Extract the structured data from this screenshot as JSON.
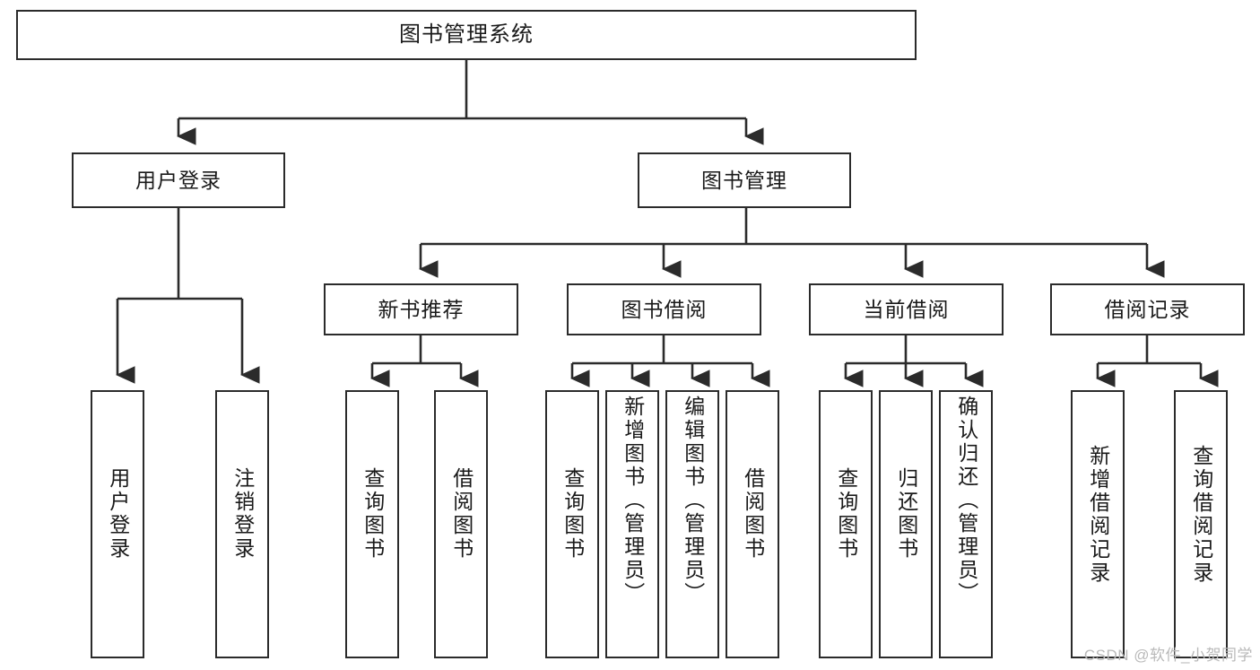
{
  "diagram": {
    "title": "图书管理系统",
    "type": "tree-hierarchy-chart",
    "line_color": "#2b2b2b",
    "box_fill": "#ffffff",
    "text_color": "#1a1a1a"
  },
  "root": {
    "label": "图书管理系统"
  },
  "level2": [
    {
      "label": "用户登录"
    },
    {
      "label": "图书管理"
    }
  ],
  "level3": [
    {
      "label": "新书推荐"
    },
    {
      "label": "图书借阅"
    },
    {
      "label": "当前借阅"
    },
    {
      "label": "借阅记录"
    }
  ],
  "leaves": {
    "user_login": [
      {
        "label": "用户登录"
      },
      {
        "label": "注销登录"
      }
    ],
    "new_book_recommend": [
      {
        "label": "查询图书"
      },
      {
        "label": "借阅图书"
      }
    ],
    "book_borrow": [
      {
        "label": "查询图书"
      },
      {
        "label": "新增图书（管理员）"
      },
      {
        "label": "编辑图书（管理员）"
      },
      {
        "label": "借阅图书"
      }
    ],
    "current_borrow": [
      {
        "label": "查询图书"
      },
      {
        "label": "归还图书"
      },
      {
        "label": "确认归还（管理员）"
      }
    ],
    "borrow_record": [
      {
        "label": "新增借阅记录"
      },
      {
        "label": "查询借阅记录"
      }
    ]
  },
  "watermark": {
    "text": "CSDN @软件_小贺同学"
  }
}
